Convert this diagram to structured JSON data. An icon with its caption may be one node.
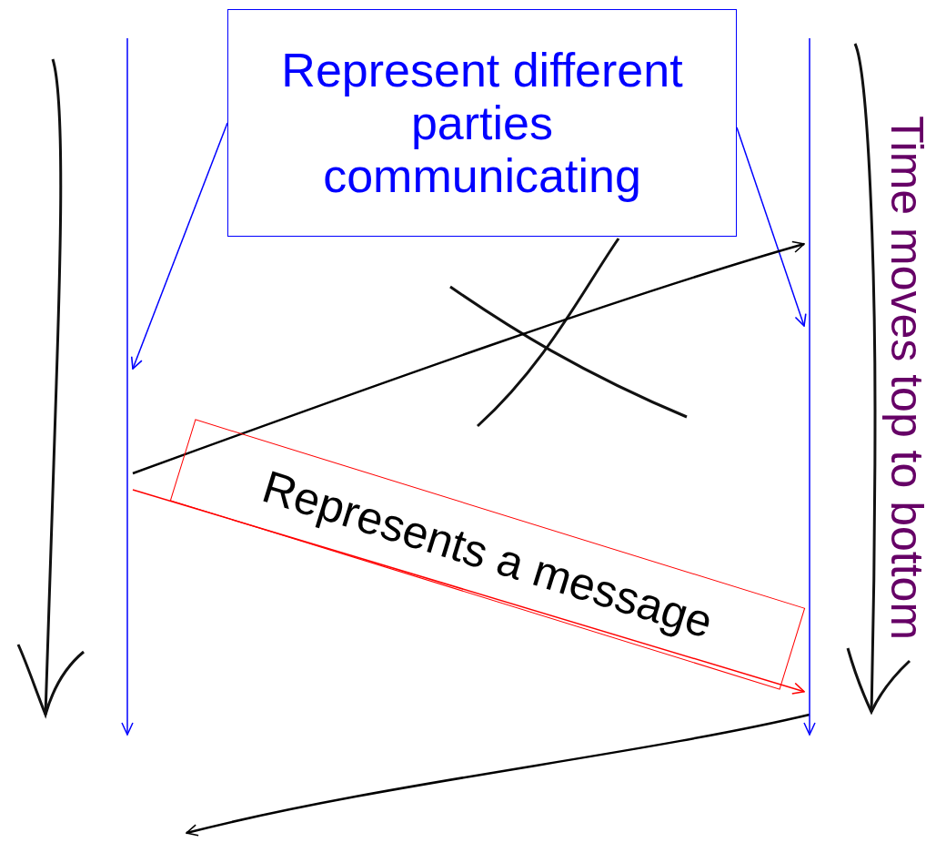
{
  "diagram": {
    "nodes": [
      {
        "text": [
          "Represent different parties communicating"
        ]
      },
      {
        "text": [],
        "shape": "bar"
      },
      {
        "text": [],
        "shape": "bar"
      },
      {
        "text": [
          "Time moves top to bottom"
        ]
      }
    ],
    "edges": [
      {
        "from": 0,
        "to": 1,
        "arrow": "to",
        "color": "#0000ff"
      },
      {
        "from": 0,
        "to": 2,
        "arrow": "to",
        "color": "#0000ff"
      },
      {
        "from": 1,
        "to": 2,
        "arrow": "to",
        "color": "#ff0000",
        "label": "Represents a message"
      },
      {
        "from": 1,
        "to": 2,
        "arrow": "to",
        "color": "#000000"
      },
      {
        "from": 2,
        "to": null,
        "arrow": "to",
        "color": "#000000"
      }
    ]
  }
}
